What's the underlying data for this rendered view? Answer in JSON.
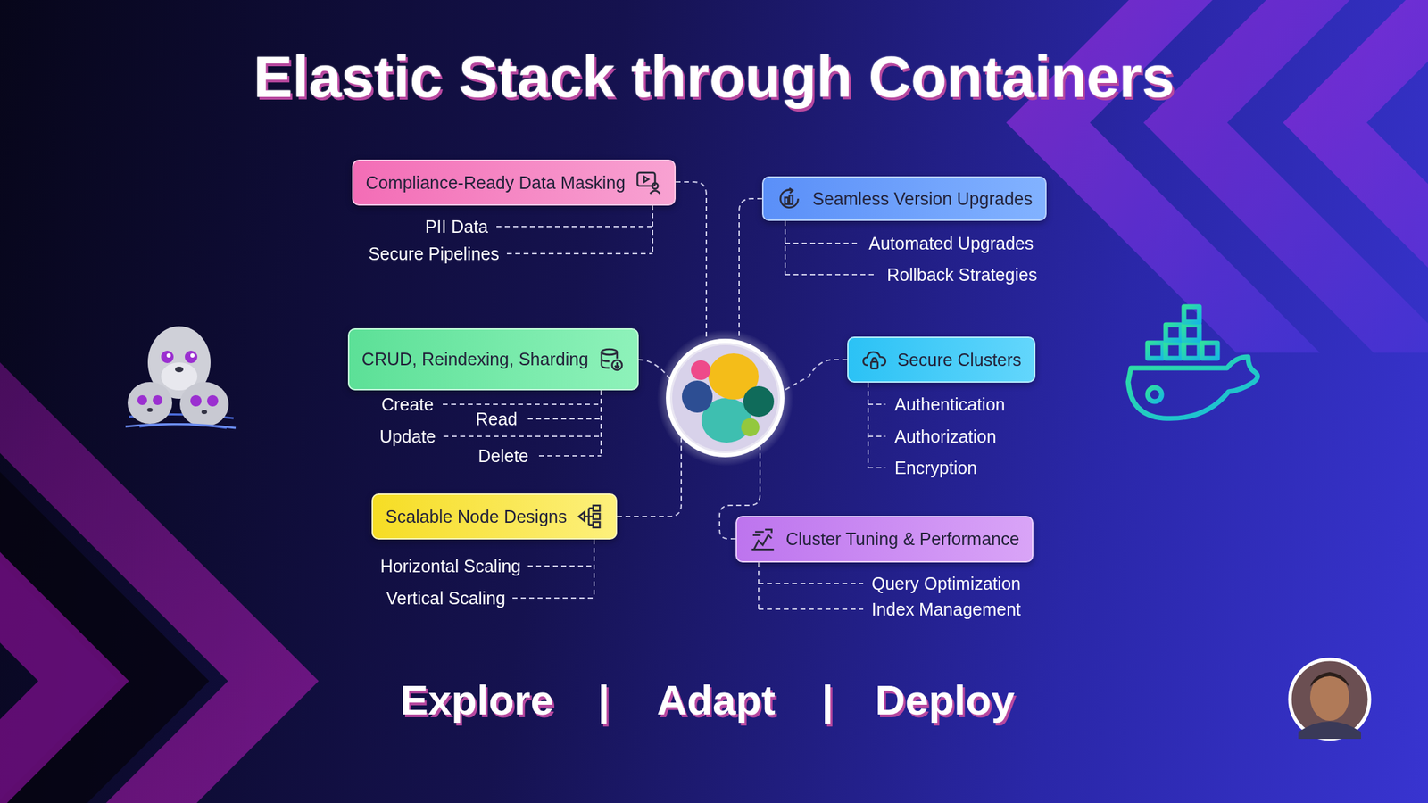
{
  "diagram": {
    "title": "Elastic Stack through Containers",
    "nodes": [
      {
        "text": [
          "Compliance-Ready Data Masking"
        ]
      },
      {
        "text": [
          "Seamless Version Upgrades"
        ]
      },
      {
        "text": [
          "CRUD, Reindexing, Sharding"
        ]
      },
      {
        "text": [
          "Secure Clusters"
        ]
      },
      {
        "text": [
          "Scalable Node Designs"
        ]
      },
      {
        "text": [
          "Cluster Tuning & Performance"
        ]
      }
    ],
    "labels": [
      "PII Data",
      "Secure Pipelines",
      "Automated Upgrades",
      "Rollback Strategies",
      "Create",
      "Read",
      "Update",
      "Delete",
      "Authentication",
      "Authorization",
      "Encryption",
      "Horizontal Scaling",
      "Vertical Scaling",
      "Query Optimization",
      "Index Management",
      "Explore",
      "|",
      "Adapt",
      "|",
      "Deploy"
    ]
  }
}
